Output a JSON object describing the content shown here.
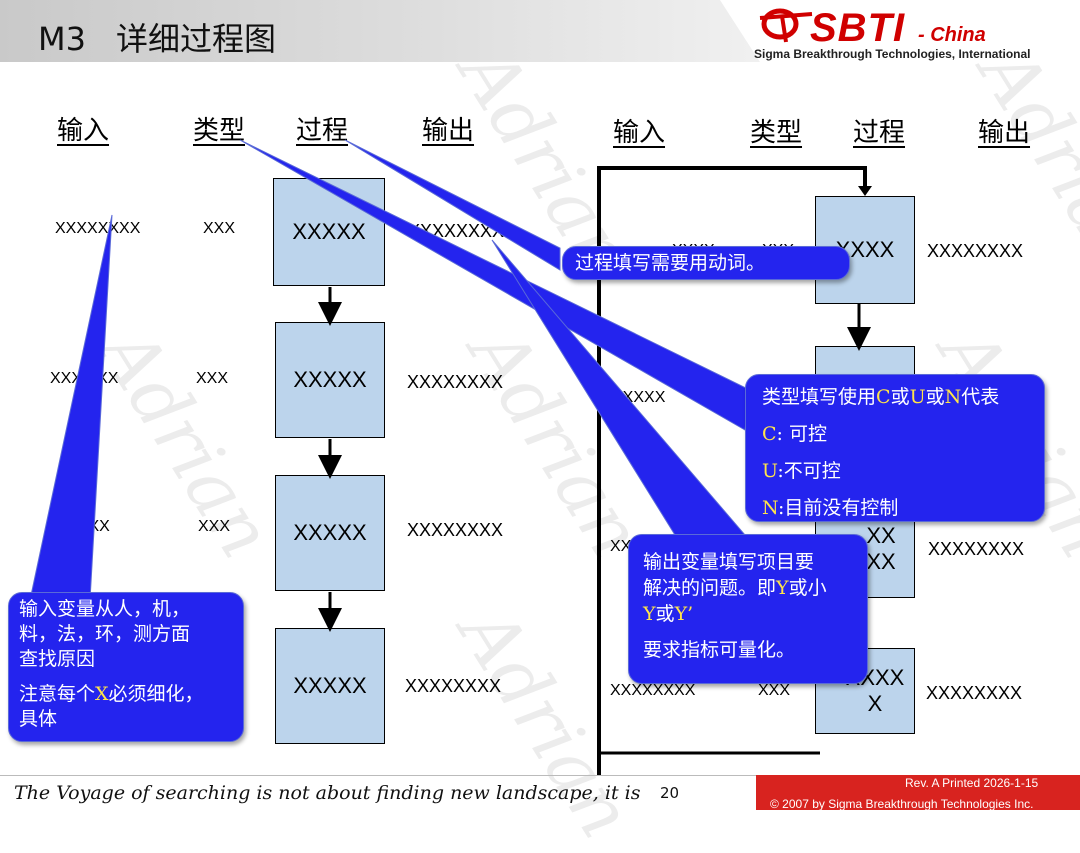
{
  "header": {
    "slide_id": "M3",
    "title": "详细过程图",
    "logo_main": "SBTI",
    "logo_suffix": "- China",
    "logo_tagline": "Sigma Breakthrough Technologies, International"
  },
  "watermark": "Adrian",
  "left_diagram": {
    "headers": [
      "输入",
      "类型",
      "过程",
      "输出"
    ],
    "rows": [
      {
        "input": "XXXXXXXX",
        "type": "XXX",
        "process": "XXXXX",
        "output": "XXXXXXXX"
      },
      {
        "input": "XXX XXX",
        "type": "XXX",
        "process": "XXXXX",
        "output": "XXXXXXXX"
      },
      {
        "input": "X XXXX",
        "type": "XXX",
        "process": "XXXXX",
        "output": "XXXXXXXX"
      },
      {
        "input": "",
        "type": "",
        "process": "XXXXX",
        "output": "XXXXXXXX"
      }
    ]
  },
  "right_diagram": {
    "headers": [
      "输入",
      "类型",
      "过程",
      "输出"
    ],
    "rows": [
      {
        "input": "XXXX",
        "type": "XXX",
        "process": "XXXX",
        "output": "XXXXXXXX"
      },
      {
        "input": "XXXXX",
        "type": "",
        "process": "",
        "output": ""
      },
      {
        "input": "XX",
        "type": "",
        "process": "XX XX",
        "output": "XXXXXXXX"
      },
      {
        "input": "XXXXXXXX",
        "type": "XXX",
        "process": "XXXX X",
        "output": "XXXXXXXX"
      }
    ]
  },
  "callouts": {
    "process_note": "过程填写需要用动词。",
    "type_note": {
      "line1_pre": "类型填写使用",
      "line1_c": "C",
      "line1_or1": "或",
      "line1_u": "U",
      "line1_or2": "或",
      "line1_n": "N",
      "line1_post": "代表",
      "c_key": "C",
      "c_desc": ": 可控",
      "u_key": "U",
      "u_desc": ":不可控",
      "n_key": "N",
      "n_desc": ":目前没有控制"
    },
    "output_note": {
      "line1": "输出变量填写项目要",
      "line2_pre": "解决的问题。即",
      "line2_y": "Y",
      "line2_post": "或小",
      "line3_y1": "Y",
      "line3_or": "或",
      "line3_y2": "Y’",
      "line4": "要求指标可量化。"
    },
    "input_note": {
      "line1": "输入变量从人，机，",
      "line2": "料，法，环，测方面",
      "line3": "查找原因",
      "line4_pre": "注意每个",
      "line4_x": "X",
      "line4_post": "必须细化，",
      "line5": "具体"
    }
  },
  "footer": {
    "quote": "The Voyage of searching is not about finding new landscape, it is",
    "page_number": "20",
    "revision": "Rev. A    Printed 2026-1-15",
    "copyright": "© 2007 by Sigma Breakthrough Technologies Inc."
  },
  "colors": {
    "callout_fill": "#2424ee",
    "callout_highlight": "#ffe44a",
    "process_box_fill": "#bcd4ec",
    "footer_red": "#d8231f",
    "logo_red": "#d00000"
  }
}
